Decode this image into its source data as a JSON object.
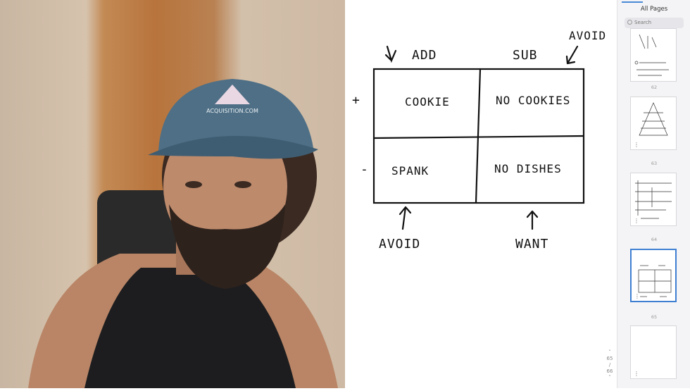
{
  "video": {
    "cap_text": "ACQUISITION.COM"
  },
  "whiteboard": {
    "col_headers": [
      "ADD",
      "SUB"
    ],
    "row_signs": [
      "+",
      "-"
    ],
    "cells": [
      [
        "COOKIE",
        "NO COOKIES"
      ],
      [
        "SPANK",
        "NO DISHES"
      ]
    ],
    "top_right_note": "AVOID",
    "bottom_left_note": "AVOID",
    "bottom_right_note": "WANT"
  },
  "sidebar": {
    "title": "All Pages",
    "search_placeholder": "Search",
    "pages": [
      {
        "number": "62",
        "selected": false
      },
      {
        "number": "63",
        "selected": false
      },
      {
        "number": "64",
        "selected": false
      },
      {
        "number": "65",
        "selected": true
      },
      {
        "number": "",
        "selected": false
      }
    ]
  },
  "pager": {
    "current": "65",
    "total": "66"
  },
  "colors": {
    "accent": "#3f7fd2",
    "ink": "#111111",
    "cap": "#4e6f86"
  },
  "icons": [
    "search-icon",
    "more-vertical-icon",
    "chevron-up-icon",
    "chevron-down-icon"
  ]
}
